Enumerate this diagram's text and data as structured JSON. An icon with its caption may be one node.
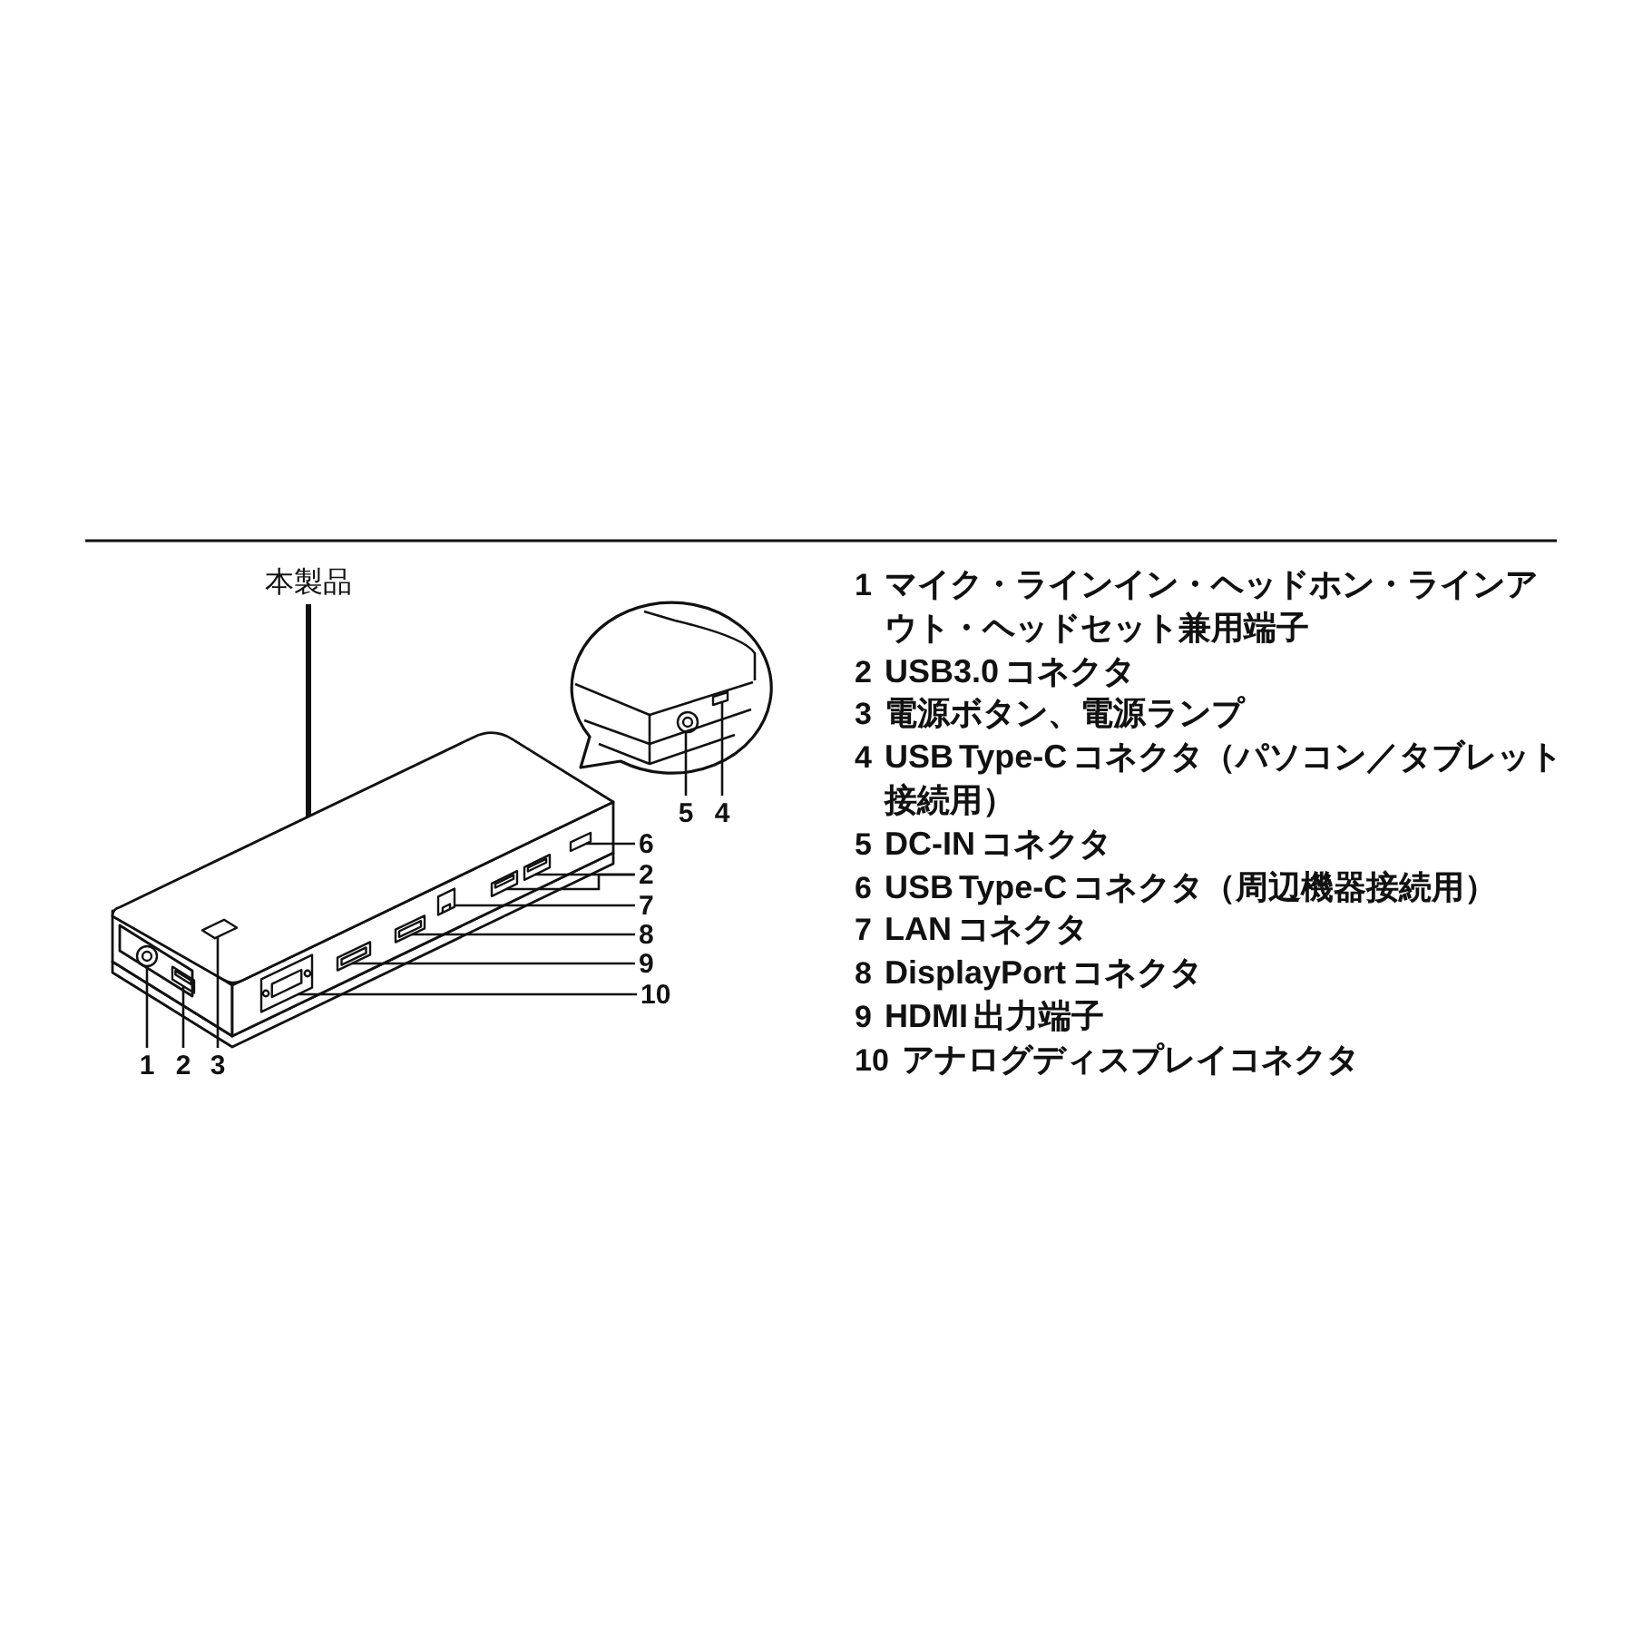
{
  "diagram": {
    "nodes": [
      {
        "text": [
          "本製品"
        ]
      },
      {
        "text": [],
        "shape": "picture"
      },
      {
        "text": [],
        "shape": "circle",
        "in": 1
      },
      {
        "text": [],
        "shape": "box",
        "in": 1
      },
      {
        "text": [],
        "shape": "box",
        "in": 1
      },
      {
        "text": [],
        "shape": "box",
        "in": 1
      },
      {
        "text": [],
        "shape": "box",
        "in": 1
      },
      {
        "text": [],
        "shape": "box",
        "in": 1
      },
      {
        "text": [],
        "shape": "box",
        "in": 1
      },
      {
        "text": [],
        "shape": "box",
        "in": 1
      },
      {
        "text": [],
        "shape": "box",
        "in": 1
      },
      {
        "text": [],
        "shape": "box",
        "in": 1
      },
      {
        "text": [],
        "shape": "circle"
      },
      {
        "text": [],
        "shape": "box"
      },
      {
        "text": [
          "5"
        ]
      },
      {
        "text": [
          "4"
        ]
      },
      {
        "text": [
          "6"
        ]
      },
      {
        "text": [
          "2"
        ]
      },
      {
        "text": [
          "7"
        ]
      },
      {
        "text": [
          "8"
        ]
      },
      {
        "text": [
          "9"
        ]
      },
      {
        "text": [
          "10"
        ]
      },
      {
        "text": [
          "1"
        ]
      },
      {
        "text": [
          "2"
        ]
      },
      {
        "text": [
          "3"
        ]
      }
    ],
    "edges": [
      {
        "from": 0,
        "to": 1,
        "arrow": "none",
        "style": "thick"
      },
      {
        "from": 14,
        "to": 12,
        "arrow": "none"
      },
      {
        "from": 15,
        "to": 13,
        "arrow": "none"
      },
      {
        "from": 16,
        "to": 11,
        "arrow": "none"
      },
      {
        "from": 17,
        "to": 10,
        "arrow": "none"
      },
      {
        "from": 17,
        "to": 9,
        "arrow": "none"
      },
      {
        "from": 18,
        "to": 8,
        "arrow": "none"
      },
      {
        "from": 19,
        "to": 7,
        "arrow": "none"
      },
      {
        "from": 20,
        "to": 6,
        "arrow": "none"
      },
      {
        "from": 21,
        "to": 5,
        "arrow": "none"
      },
      {
        "from": 22,
        "to": 2,
        "arrow": "none"
      },
      {
        "from": 23,
        "to": 3,
        "arrow": "none"
      },
      {
        "from": 24,
        "to": 4,
        "arrow": "none"
      }
    ],
    "labels": [
      "1",
      "マイク・ラインイン・ヘッドホン・ラインアウト・ヘッドセット兼用端子",
      "2",
      "USB3.0 コネクタ",
      "3",
      "電源ボタン、電源ランプ",
      "4",
      "USB Type-C コネクタ（パソコン／タブレット接続用）",
      "5",
      "DC-IN コネクタ",
      "6",
      "USB Type-C コネクタ（周辺機器接続用）",
      "7",
      "LAN コネクタ",
      "8",
      "DisplayPort コネクタ",
      "9",
      "HDMI 出力端子",
      "10",
      "アナログディスプレイコネクタ"
    ]
  }
}
